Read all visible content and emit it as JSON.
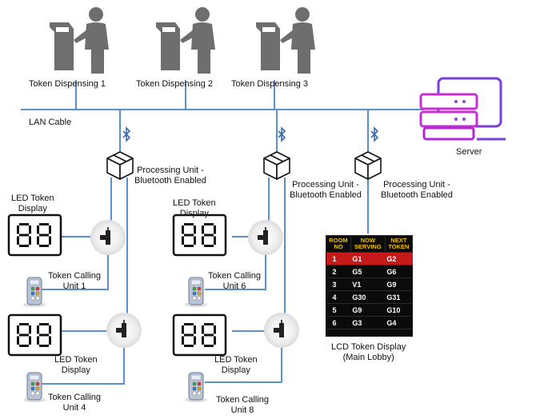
{
  "kiosks": [
    {
      "label": "Token Dispensing 1",
      "icon": "kiosk-user-icon"
    },
    {
      "label": "Token Dispensing 2",
      "icon": "kiosk-user-icon"
    },
    {
      "label": "Token Dispensing 3",
      "icon": "kiosk-user-icon"
    }
  ],
  "lan_label": "LAN Cable",
  "server": {
    "label": "Server",
    "icon": "server-computer-icon"
  },
  "processing_units": [
    {
      "label": "Processing Unit -\nBluetooth Enabled",
      "icon": "box-icon"
    },
    {
      "label": "Processing Unit -\nBluetooth Enabled",
      "icon": "box-icon"
    },
    {
      "label": "Processing Unit -\nBluetooth Enabled",
      "icon": "box-icon"
    }
  ],
  "bluetooth_icon": "bluetooth-icon",
  "led_displays": [
    {
      "label": "LED Token\nDisplay",
      "digits": "88"
    },
    {
      "label": "LED Token\nDisplay",
      "digits": "88"
    },
    {
      "label": "LED Token\nDisplay",
      "digits": "88"
    },
    {
      "label": "LED Token\nDisplay",
      "digits": "88"
    }
  ],
  "calling_units": [
    {
      "label": "Token Calling\nUnit 1",
      "icon": "remote-keypad-icon"
    },
    {
      "label": "Token Calling\nUnit 6",
      "icon": "remote-keypad-icon"
    },
    {
      "label": "Token Calling\nUnit 4",
      "icon": "remote-keypad-icon"
    },
    {
      "label": "Token Calling\nUnit 8",
      "icon": "remote-keypad-icon"
    }
  ],
  "lcd_display": {
    "label": "LCD Token Display\n(Main Lobby)",
    "headers": [
      "ROOM\nNO",
      "NOW\nSERVING",
      "NEXT\nTOKEN"
    ],
    "rows": [
      [
        "1",
        "G1",
        "G2"
      ],
      [
        "2",
        "G5",
        "G6"
      ],
      [
        "3",
        "V1",
        "G9"
      ],
      [
        "4",
        "G30",
        "G31"
      ],
      [
        "5",
        "G9",
        "G10"
      ],
      [
        "6",
        "G3",
        "G4"
      ]
    ],
    "highlight_row": 0
  },
  "colors": {
    "cable": "#5b8fd0",
    "kiosk": "#6e6e6e",
    "server": "#8a2be2",
    "server_magenta": "#d81bd8",
    "bluetooth": "#3a6ab0",
    "lcd_header": "#f2c200",
    "lcd_highlight": "#c61a1a"
  }
}
